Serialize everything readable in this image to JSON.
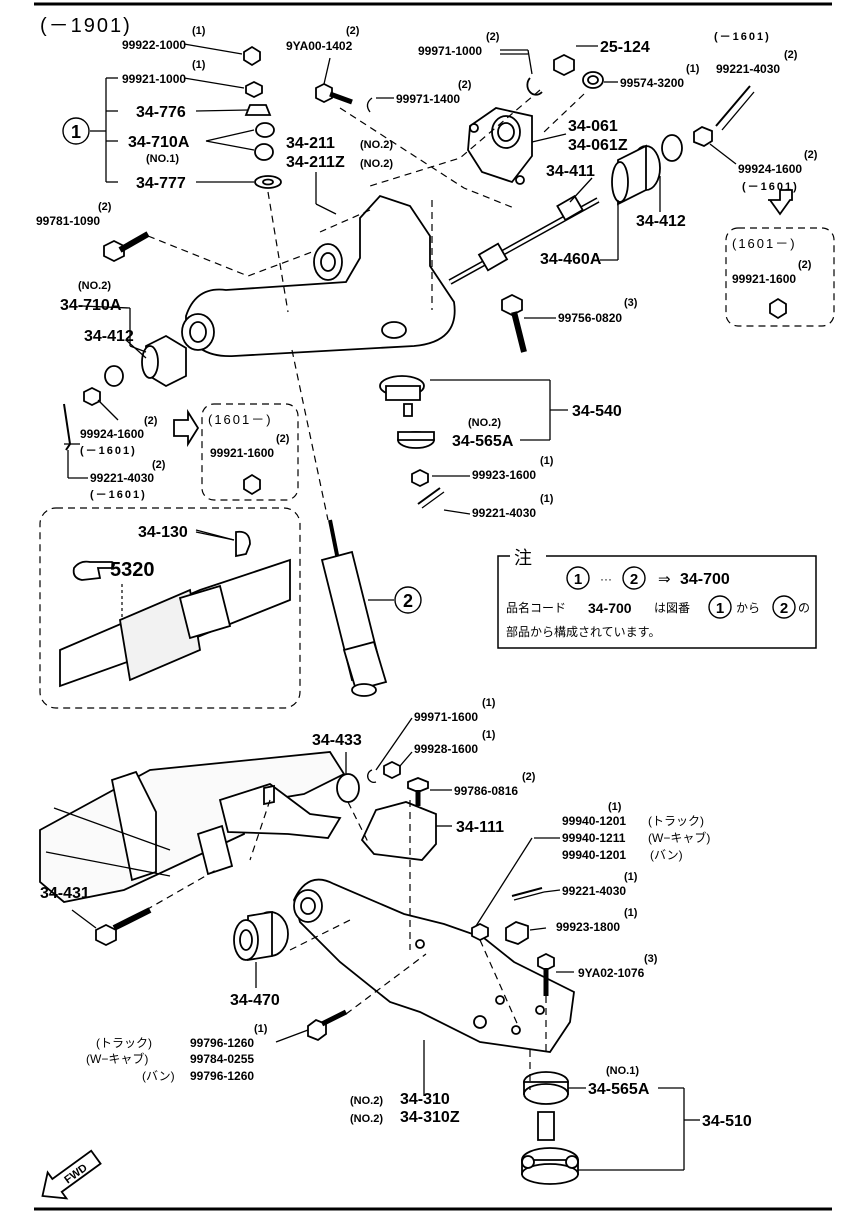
{
  "header": {
    "range": "(－1901)"
  },
  "parts": [
    {
      "pn": "99922-1000",
      "qty": "(1)"
    },
    {
      "pn": "99921-1000",
      "qty": "(1)"
    },
    {
      "pn": "34-776"
    },
    {
      "pn": "34-710A",
      "sub": "(NO.1)"
    },
    {
      "pn": "34-777"
    },
    {
      "pn": "9YA00-1402",
      "qty": "(2)"
    },
    {
      "pn": "99971-1000",
      "qty": "(2)"
    },
    {
      "pn": "25-124"
    },
    {
      "pn": "99574-3200",
      "qty": "(1)"
    },
    {
      "pn": "99971-1400",
      "qty": "(2)"
    },
    {
      "pn": "34-211",
      "sub": "(NO.2)"
    },
    {
      "pn": "34-211Z",
      "sub": "(NO.2)"
    },
    {
      "pn": "34-061"
    },
    {
      "pn": "34-061Z"
    },
    {
      "pn": "34-411"
    },
    {
      "pn": "34-412"
    },
    {
      "pn": "34-460A"
    },
    {
      "pn": "99221-4030",
      "qty": "(2)",
      "range": "(－1601)"
    },
    {
      "pn": "99924-1600",
      "qty": "(2)",
      "range": "(－1601)"
    },
    {
      "pn": "99921-1600",
      "qty": "(2)",
      "range": "(1601－)"
    },
    {
      "pn": "99781-1090",
      "qty": "(2)"
    },
    {
      "pn": "34-710A",
      "sub": "(NO.2)"
    },
    {
      "pn": "34-412"
    },
    {
      "pn": "99756-0820",
      "qty": "(3)"
    },
    {
      "pn": "34-540"
    },
    {
      "pn": "34-565A",
      "sub": "(NO.2)"
    },
    {
      "pn": "99923-1600",
      "qty": "(1)"
    },
    {
      "pn": "99221-4030",
      "qty": "(1)"
    },
    {
      "pn": "99924-1600",
      "qty": "(2)",
      "range": "(－1601)"
    },
    {
      "pn": "99221-4030",
      "qty": "(2)",
      "range": "(－1601)"
    },
    {
      "pn": "99921-1600",
      "qty": "(2)",
      "range": "(1601－)"
    },
    {
      "pn": "34-130"
    },
    {
      "pn": "5320"
    },
    {
      "pn": "34-433"
    },
    {
      "pn": "99971-1600",
      "qty": "(1)"
    },
    {
      "pn": "99928-1600",
      "qty": "(1)"
    },
    {
      "pn": "99786-0816",
      "qty": "(2)"
    },
    {
      "pn": "34-111"
    },
    {
      "pn": "99940-1201",
      "qty": "(1)",
      "note": "(トラック)"
    },
    {
      "pn": "99940-1211",
      "note": "(W−キャブ)"
    },
    {
      "pn": "99940-1201",
      "note": "(バン)"
    },
    {
      "pn": "34-431"
    },
    {
      "pn": "99221-4030",
      "qty": "(1)"
    },
    {
      "pn": "99923-1800",
      "qty": "(1)"
    },
    {
      "pn": "9YA02-1076",
      "qty": "(3)"
    },
    {
      "pn": "34-470"
    },
    {
      "pn": "99796-1260",
      "qty": "(1)",
      "note": "(トラック)"
    },
    {
      "pn": "99784-0255",
      "note": "(W−キャブ)"
    },
    {
      "pn": "99796-1260",
      "note": "(バン)"
    },
    {
      "pn": "34-310",
      "sub": "(NO.2)"
    },
    {
      "pn": "34-310Z",
      "sub": "(NO.2)"
    },
    {
      "pn": "34-565A",
      "sub": "(NO.1)"
    },
    {
      "pn": "34-510"
    }
  ],
  "callouts": {
    "one": "1",
    "two": "2"
  },
  "note": {
    "title": "注",
    "line1_arrow": "⇒",
    "line1_ellipsis": "···",
    "line1_target": "34-700",
    "line2_a": "品名コード",
    "line2_b": "34-700",
    "line2_c": "は図番",
    "line2_d": "から",
    "line2_e": "の",
    "line3": "部品から構成されています。"
  },
  "fwd_label": "FWD",
  "icons": {
    "pointing_hand": "pointing-hand-icon",
    "hollow_arrow": "hollow-arrow-icon"
  }
}
